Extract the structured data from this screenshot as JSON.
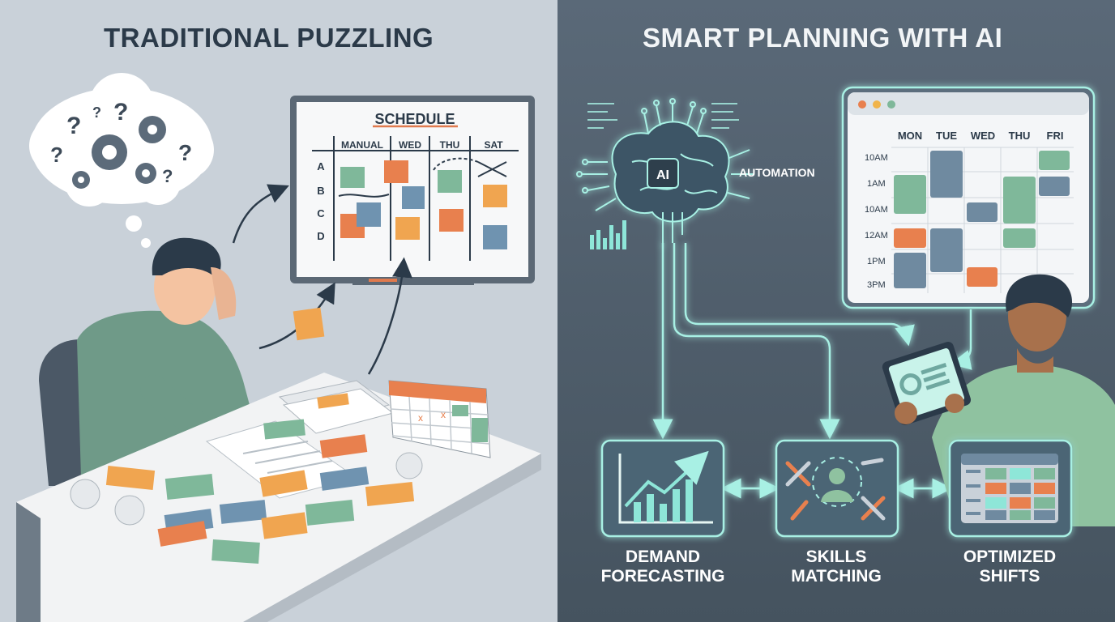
{
  "left_panel": {
    "title": "TRADITIONAL PUZZLING",
    "whiteboard": {
      "title": "SCHEDULE",
      "columns": [
        "MANUAL",
        "WED",
        "THU",
        "SAT"
      ],
      "rows": [
        "A",
        "B",
        "C",
        "D"
      ]
    }
  },
  "right_panel": {
    "title": "SMART PLANNING WITH AI",
    "ai_badge": "AI",
    "automation_label": "AUTOMATION",
    "calendar": {
      "days": [
        "MON",
        "TUE",
        "WED",
        "THU",
        "FRI"
      ],
      "times": [
        "10AM",
        "1AM",
        "10AM",
        "12AM",
        "1PM",
        "3PM"
      ]
    },
    "modules": [
      {
        "line1": "DEMAND",
        "line2": "FORECASTING"
      },
      {
        "line1": "SKILLS",
        "line2": "MATCHING"
      },
      {
        "line1": "OPTIMIZED",
        "line2": "SHIFTS"
      }
    ]
  },
  "colors": {
    "left_bg": "#c9d1d9",
    "right_bg": "#4e5e6d",
    "glow": "#8ee6d8",
    "note_green": "#7fb89a",
    "note_orange": "#e8804e",
    "note_yellow": "#f0a550",
    "note_blue": "#6f93b0"
  }
}
